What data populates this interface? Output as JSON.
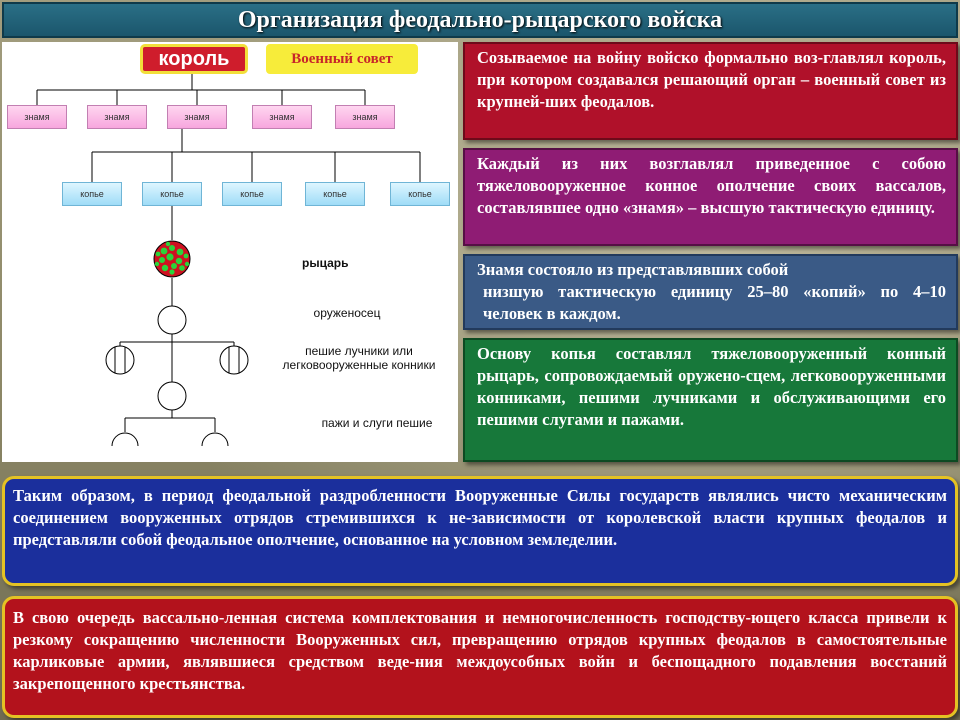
{
  "title": "Организация феодально-рыцарского войска",
  "diagram": {
    "king": "король",
    "council": "Военный совет",
    "banners": [
      "знамя",
      "знамя",
      "знамя",
      "знамя",
      "знамя"
    ],
    "lances": [
      "копье",
      "копье",
      "копье",
      "копье",
      "копье"
    ],
    "knight_label": "рыцарь",
    "squire_label": "оруженосец",
    "archers_label_1": "пешие лучники или",
    "archers_label_2": "легковооруженные конники",
    "pages_label": "пажи и слуги пешие"
  },
  "panels": {
    "p1": "Созываемое на войну войско формально воз-главлял король, при котором создавался решающий орган – военный совет из крупней-ших феодалов.",
    "p2": "Каждый из них возглавлял приведенное с собою тяжеловооруженное конное ополчение своих вассалов, составлявшее одно «знамя» – высшую тактическую единицу.",
    "p3_line1": "Знамя состояло из представлявших собой",
    "p3_line2": "низшую тактическую единицу 25–80 «копий» по 4–10 человек в каждом.",
    "p4": "Основу копья составлял тяжеловооруженный конный рыцарь, сопровождаемый оружено-сцем, легковооруженными конниками, пешими лучниками и обслуживающими его пешими слугами и пажами.",
    "p5": "Таким образом, в период феодальной раздробленности Вооруженные Силы государств являлись чисто механическим соединением вооруженных отрядов стремившихся к не-зависимости от королевской власти крупных феодалов и представляли собой феодальное ополчение, основанное на условном земледелии.",
    "p6": "В свою очередь вассально-ленная система комплектования и немногочисленность господству-ющего класса привели к резкому сокращению численности Вооруженных сил, превращению отрядов крупных феодалов в самостоятельные карликовые армии, являвшиеся средством веде-ния междоусобных войн и беспощадного подавления восстаний закрепощенного крестьянства."
  },
  "colors": {
    "title_bg": "#1b566c",
    "p1_bg": "#b0112a",
    "p2_bg": "#8f1c74",
    "p3_bg": "#3a5a86",
    "p4_bg": "#17783a",
    "p5_bg": "#1b2f9c",
    "p6_bg": "#b3121c",
    "frame_gold": "#e4c224"
  }
}
